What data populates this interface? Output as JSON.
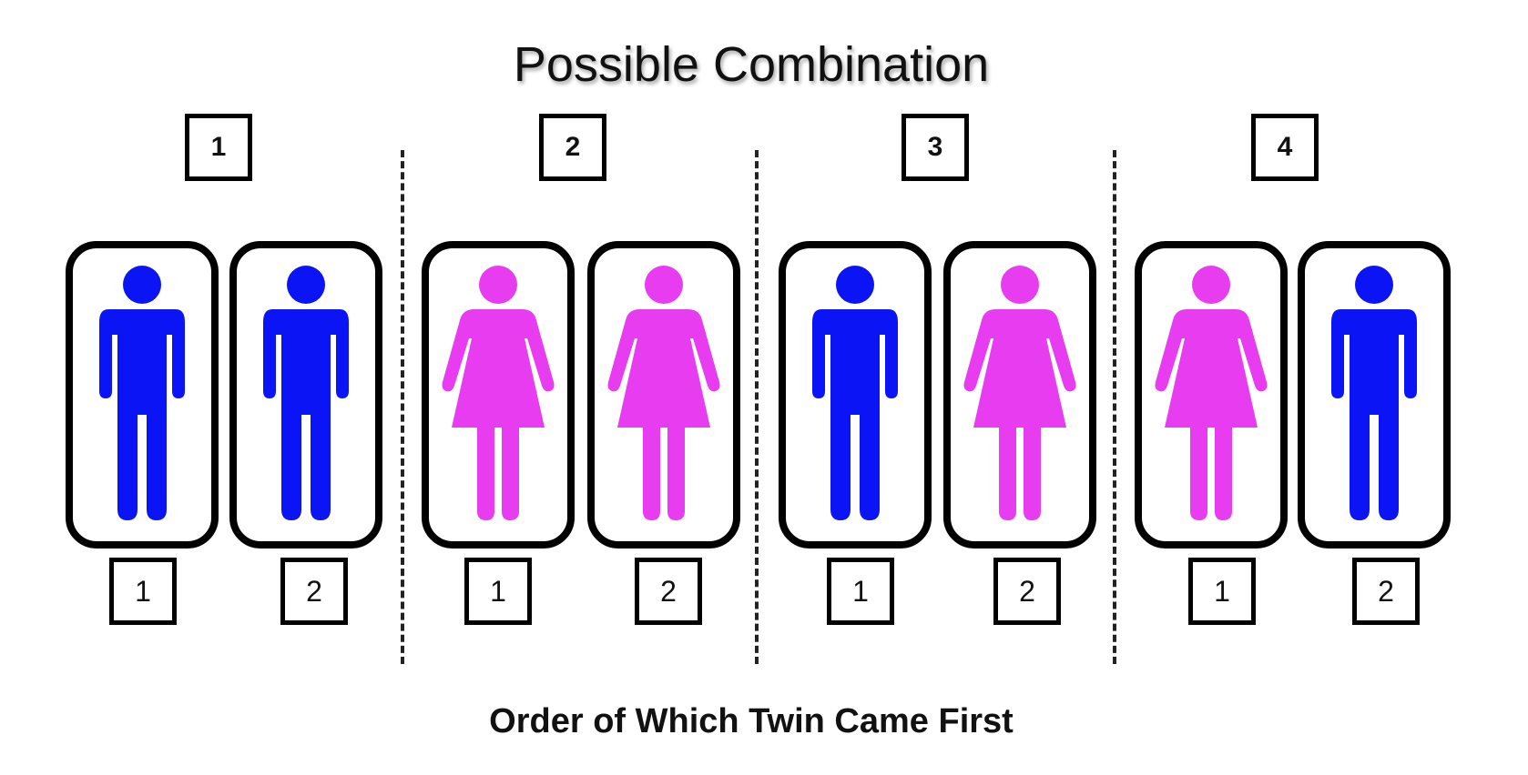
{
  "title": "Possible Combination",
  "footer": "Order of Which Twin Came First",
  "colors": {
    "male": "#0a14f5",
    "female": "#e83cf0",
    "border": "#000000"
  },
  "combinations": [
    {
      "label": "1",
      "twins": [
        {
          "icon": "male-icon",
          "order": "1"
        },
        {
          "icon": "male-icon",
          "order": "2"
        }
      ]
    },
    {
      "label": "2",
      "twins": [
        {
          "icon": "female-icon",
          "order": "1"
        },
        {
          "icon": "female-icon",
          "order": "2"
        }
      ]
    },
    {
      "label": "3",
      "twins": [
        {
          "icon": "male-icon",
          "order": "1"
        },
        {
          "icon": "female-icon",
          "order": "2"
        }
      ]
    },
    {
      "label": "4",
      "twins": [
        {
          "icon": "female-icon",
          "order": "1"
        },
        {
          "icon": "male-icon",
          "order": "2"
        }
      ]
    }
  ]
}
